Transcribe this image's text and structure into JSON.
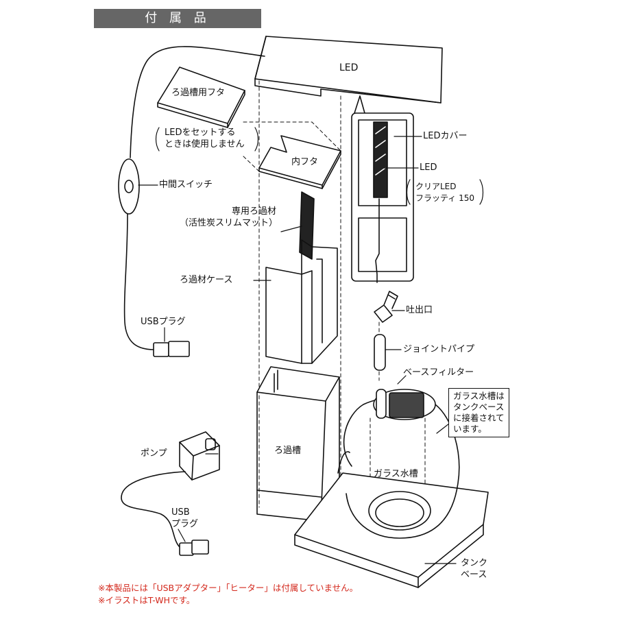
{
  "header": {
    "title": "付 属 品"
  },
  "labels": {
    "led": "LED",
    "filter_lid": "ろ過槽用フタ",
    "lid_note_line1": "LEDをセットする",
    "lid_note_line2": "ときは使用しません",
    "inner_lid": "内フタ",
    "inline_switch": "中間スイッチ",
    "filter_media_line1": "専用ろ過材",
    "filter_media_line2": "（活性炭スリムマット）",
    "filter_case": "ろ過材ケース",
    "usb_plug_1": "USBプラグ",
    "led_cover": "LEDカバー",
    "led_inner": "LED",
    "led_model_line1": "クリアLED",
    "led_model_line2": "フラッティ 150",
    "outlet": "吐出口",
    "joint_pipe": "ジョイントパイプ",
    "base_filter": "ベースフィルター",
    "glass_note_line1": "ガラス水槽は",
    "glass_note_line2": "タンクベース",
    "glass_note_line3": "に接着されて",
    "glass_note_line4": "います。",
    "filter_tank": "ろ過槽",
    "pump": "ポンプ",
    "usb_plug_2_line1": "USB",
    "usb_plug_2_line2": "プラグ",
    "glass_tank": "ガラス水槽",
    "tank_base_line1": "タンク",
    "tank_base_line2": "ベース"
  },
  "notes": {
    "line1": "※本製品には「USBアダプター」「ヒーター」は付属していません。",
    "line2": "※イラストはT-WHです。"
  },
  "colors": {
    "header_bg": "#666666",
    "note_text": "#d3271b",
    "line": "#111111"
  }
}
